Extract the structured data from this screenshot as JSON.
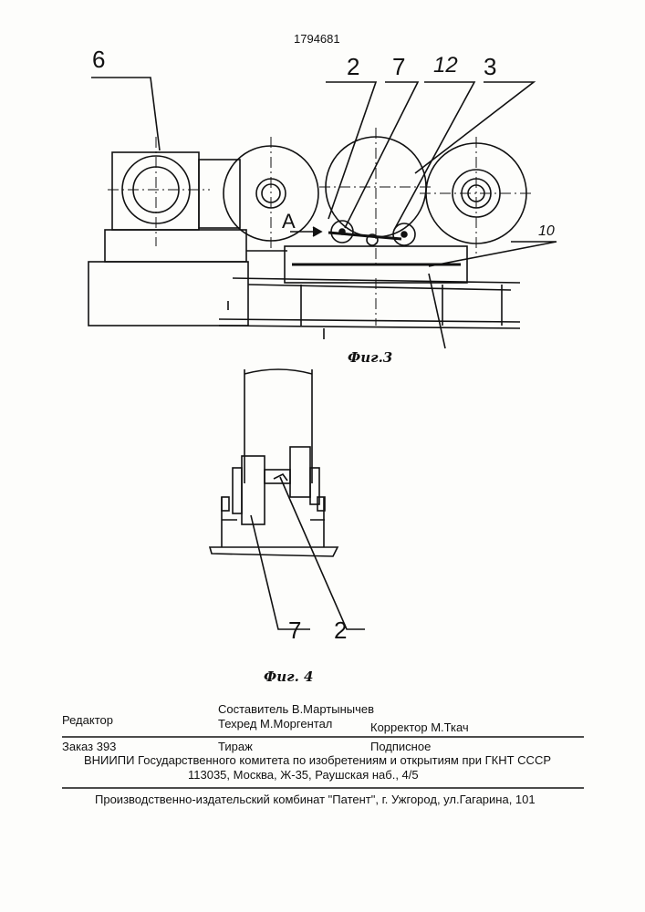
{
  "patent_number": "1794681",
  "figure3": {
    "caption": "Фиг.3",
    "labels": {
      "n6": "6",
      "n2": "2",
      "n7": "7",
      "n12": "12",
      "n3": "3",
      "n10": "10",
      "a": "A"
    }
  },
  "figure4": {
    "caption": "Фиг. 4",
    "labels": {
      "n7": "7",
      "n2": "2"
    }
  },
  "colophon": {
    "editor": "Редактор",
    "compiler": "Составитель  В.Мартынычев",
    "techred": "Техред М.Моргентал",
    "corrector": "Корректор  М.Ткач",
    "order": "Заказ  393",
    "print_run": "Тираж",
    "subscription": "Подписное",
    "organization": "ВНИИПИ Государственного комитета по изобретениям и открытиям при ГКНТ СССР",
    "address": "113035, Москва, Ж-35, Раушская наб., 4/5",
    "publisher": "Производственно-издательский комбинат \"Патент\", г. Ужгород, ул.Гагарина, 101"
  }
}
